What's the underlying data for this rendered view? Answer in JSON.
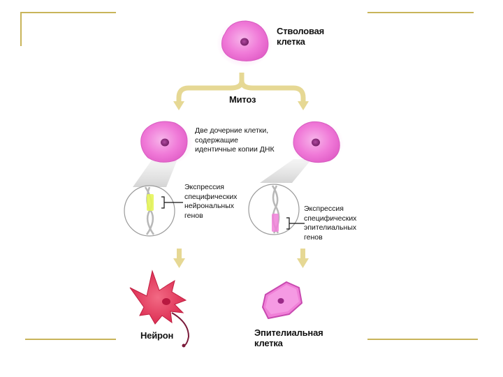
{
  "colors": {
    "frame_gold": "#c8b45a",
    "arrow_gold": "#e6d894",
    "cell_pink": "#f07ad8",
    "nucleus": "#8a2a7a",
    "neuron_red": "#e0304f",
    "axon": "#7a1a3a",
    "gene_yellow": "#e6f55a",
    "gene_pink": "#f080d8"
  },
  "stem_cell": {
    "label_line1": "Стволовая",
    "label_line2": "клетка"
  },
  "mitosis": {
    "label": "Митоз"
  },
  "daughter_cells": {
    "label_line1": "Две дочерние клетки,",
    "label_line2": "содержащие",
    "label_line3": "идентичные копии ДНК"
  },
  "neuronal_expression": {
    "line1": "Экспрессия",
    "line2": "специфических",
    "line3": "нейрональных",
    "line4": "генов"
  },
  "epithelial_expression": {
    "line1": "Экспрессия",
    "line2": "специфических",
    "line3": "эпителиальных",
    "line4": "генов"
  },
  "neuron": {
    "label": "Нейрон"
  },
  "epithelial_cell": {
    "label_line1": "Эпителиальная",
    "label_line2": "клетка"
  }
}
